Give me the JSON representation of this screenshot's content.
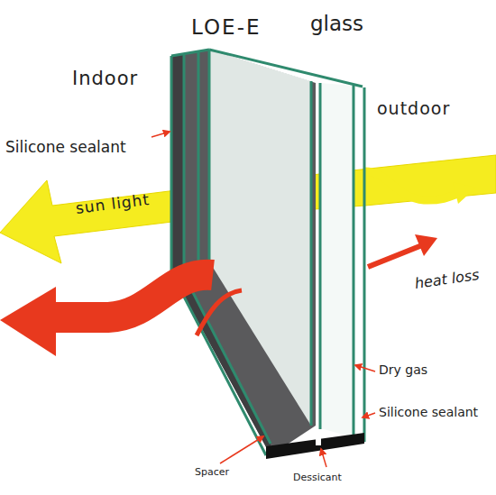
{
  "diagram": {
    "labels": [
      "LOE-E",
      "glass",
      "Indoor",
      "outdoor",
      "Silicone sealant",
      "sun light",
      "heat loss",
      "Dry gas",
      "Silicone sealant",
      "Spacer",
      "Dessicant"
    ]
  }
}
